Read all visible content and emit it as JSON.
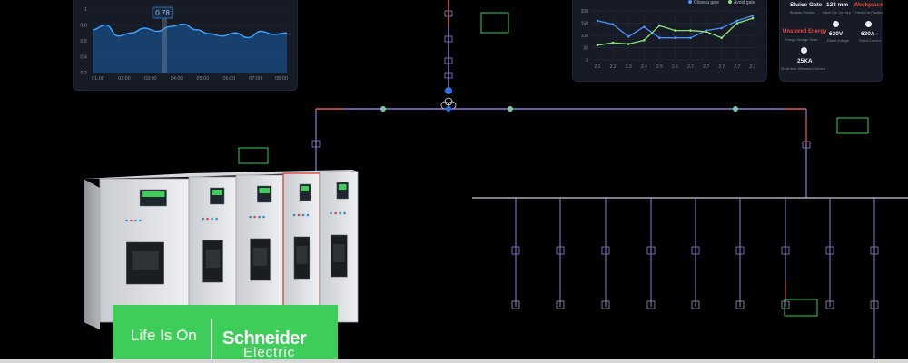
{
  "trend_chart": {
    "value_badge": "0.78",
    "y_ticks": [
      "1",
      "0.8",
      "0.6",
      "0.4",
      "0.2"
    ],
    "x_ticks": [
      "01:00",
      "02:00",
      "03:00",
      "04:00",
      "05:00",
      "06:00",
      "07:00",
      "08:00"
    ],
    "series": [
      0.74,
      0.8,
      0.66,
      0.7,
      0.76,
      0.72,
      0.78,
      0.81,
      0.74,
      0.69,
      0.66,
      0.7,
      0.64,
      0.72,
      0.68,
      0.7
    ],
    "colors": {
      "line": "#3aa0ff",
      "fill": "#1b5fa8"
    }
  },
  "gate_chart": {
    "legend": [
      "Close a gate",
      "Avoid gate"
    ],
    "y_ticks": [
      "200",
      "150",
      "100",
      "50",
      "0"
    ],
    "x_ticks": [
      "2.1",
      "2.2",
      "2.3",
      "2.4",
      "2.5",
      "2.6",
      "2.7",
      "2.7",
      "2.7",
      "2.7",
      "2.7"
    ],
    "series": [
      {
        "name": "Close a gate",
        "color": "#4a90ff",
        "values": [
          160,
          145,
          95,
          135,
          90,
          90,
          90,
          120,
          130,
          160,
          180
        ]
      },
      {
        "name": "Avoid gate",
        "color": "#8ee07a",
        "values": [
          60,
          70,
          65,
          80,
          140,
          120,
          120,
          115,
          90,
          150,
          170
        ]
      }
    ]
  },
  "info_card": {
    "items": [
      {
        "value": "Sluice Gate",
        "label": "Breaker Position",
        "red": false
      },
      {
        "value": "123 mm",
        "label": "Hand Car Journey",
        "red": false
      },
      {
        "value": "Workplace",
        "label": "Hand Car Position",
        "red": true
      },
      {
        "value": "Unstored Energy",
        "label": "Energy Storage State",
        "red": true
      },
      {
        "value": "630V",
        "label": "Rated Voltage",
        "red": false
      },
      {
        "value": "630A",
        "label": "Rated Current",
        "red": false
      },
      {
        "value": "25KA",
        "label": "Short-time Withstand Current",
        "red": false
      }
    ]
  },
  "brand": {
    "tagline": "Life Is On",
    "name": "Schneider",
    "sub": "Electric"
  },
  "diagram": {
    "bus_color": "#8e7fd8",
    "alarm_color": "#e2483d",
    "node_color": "#7ec7a0",
    "device_color": "#2fd05a"
  }
}
